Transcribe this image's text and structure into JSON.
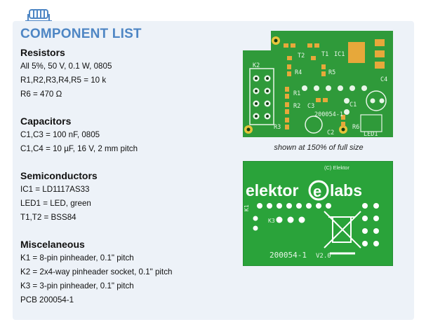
{
  "title": "COMPONENT LIST",
  "sections": [
    {
      "heading": "Resistors",
      "lines": [
        "All 5%, 50 V, 0.1 W, 0805",
        "R1,R2,R3,R4,R5 = 10 k",
        "R6 = 470 Ω"
      ]
    },
    {
      "heading": "Capacitors",
      "lines": [
        "C1,C3 = 100 nF, 0805",
        "C1,C4 = 10 µF, 16 V, 2 mm pitch"
      ]
    },
    {
      "heading": "Semiconductors",
      "lines": [
        "IC1 = LD1117AS33",
        "LED1 = LED, green",
        "T1,T2 = BSS84"
      ]
    },
    {
      "heading": "Miscelaneous",
      "lines": [
        "K1 = 8-pin pinheader, 0.1\" pitch",
        "K2 = 2x4-way pinheader socket, 0.1\" pitch",
        "K3 = 3-pin pinheader, 0.1\" pitch",
        "PCB 200054-1"
      ]
    }
  ],
  "caption": "shown at 150% of full size",
  "pcb_top": {
    "labels": [
      "K2",
      "T2",
      "T1",
      "IC1",
      "R4",
      "R5",
      "R1",
      "R2",
      "R3",
      "C3",
      "C1",
      "C2",
      "C4",
      "R6",
      "LED1",
      "200054-1"
    ],
    "colors": {
      "board": "#2f9a3a",
      "silk": "#e8f5e8",
      "pad": "#e7a83a",
      "hole": "#123c12"
    }
  },
  "pcb_bottom": {
    "copyright": "(C) Elektor",
    "brand": "elektor",
    "brand_suffix": "labs",
    "k1": "K1",
    "k3": "K3",
    "board_id": "200054-1",
    "version": "V2.0"
  }
}
